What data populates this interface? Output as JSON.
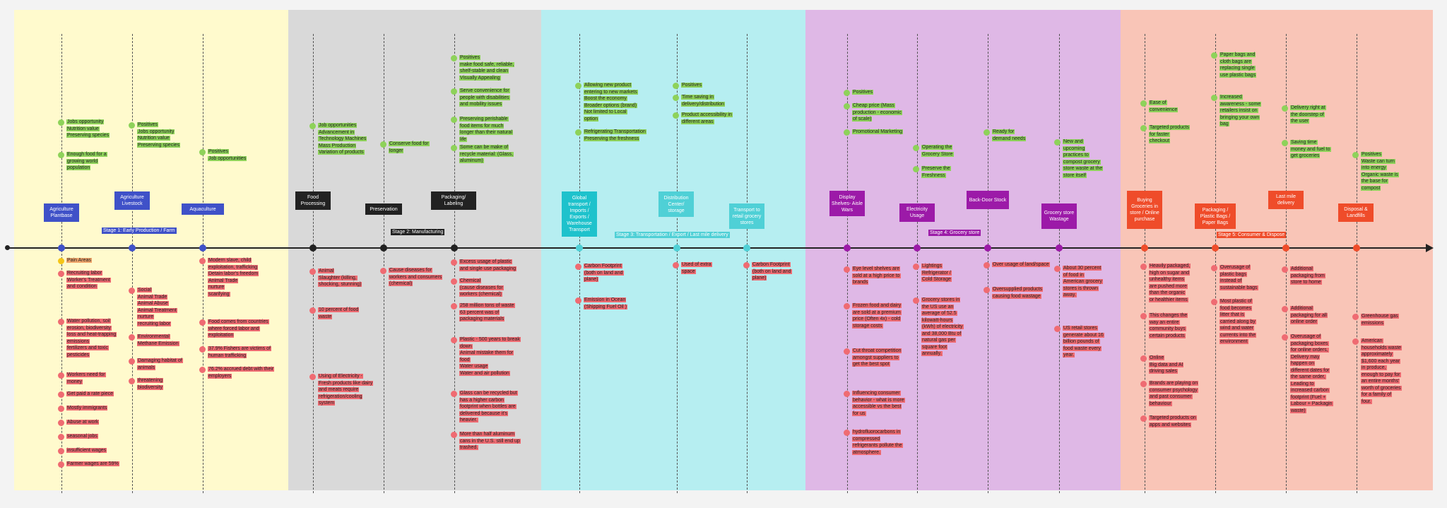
{
  "colors": {
    "stage1": "#fffacd",
    "stage2": "#d9d9d9",
    "stage3": "#b6eef1",
    "stage4": "#dfb8e6",
    "stage5": "#f9c5b7",
    "positive": "#8ed25a",
    "negative": "#ef6b72",
    "warning": "#f0a56b"
  },
  "stages": [
    {
      "label": "Stage 1: Early Production / Farm"
    },
    {
      "label": "Stage 2: Manufacturing"
    },
    {
      "label": "Stage 3: Transportation / Export / Last mile delivery"
    },
    {
      "label": "Stage 4: Grocery store"
    },
    {
      "label": "Stage 5: Consumer & Dispose"
    }
  ],
  "steps": [
    {
      "label": "Agriculture Plantbase",
      "color": "#3f51c8"
    },
    {
      "label": "Agriculture Livestock",
      "color": "#3f51c8"
    },
    {
      "label": "Aquaculture",
      "color": "#3f51c8"
    },
    {
      "label": "Food Processing",
      "color": "#222222"
    },
    {
      "label": "Preservation",
      "color": "#222222"
    },
    {
      "label": "Packaging/ Labeling",
      "color": "#222222"
    },
    {
      "label": "Global transport / Imports / Exports / Warehouse Transport",
      "color": "#1ec2cc"
    },
    {
      "label": "Distribution Center/ storage",
      "color": "#4fd0d6"
    },
    {
      "label": "Transport to retail grocery stores",
      "color": "#4fd0d6"
    },
    {
      "label": "Display Shelves- Aisle Wars",
      "color": "#9c1aa8"
    },
    {
      "label": "Electricity Usage",
      "color": "#9c1aa8"
    },
    {
      "label": "Back-Door Stock",
      "color": "#9c1aa8"
    },
    {
      "label": "Grocery store Wastage",
      "color": "#9c1aa8"
    },
    {
      "label": "Buying Groceries in store / Online purchase",
      "color": "#ef4c2a"
    },
    {
      "label": "Packaging / Plastic Bags / Paper Bags",
      "color": "#ef4c2a"
    },
    {
      "label": "Last mile delivery",
      "color": "#ef4c2a"
    },
    {
      "label": "Disposal & Landfills",
      "color": "#ef4c2a"
    }
  ],
  "positives": [
    "Jobs opportunity\nNutrition value\nPreserving species",
    "Enough food for a\ngrowing world\npopulation",
    "Positives\nJobs opportunity\nNutrition value\nPreserving species",
    "Positives\nJob opportunities",
    "Job opportunities\nAdvancement in\nTechnology Machines\nMass Production\nVariation of products",
    "Conserve food for\nlonger",
    "Positives\nmake food safe, reliable,\nshelf-stable and clean\nVisually Appealing",
    "Serve convenience for\npeople with disabilities\nand mobility issues",
    "Preserving perishable\nfood items for much\nlonger than their natural\nlife",
    "Some can be make of\nrecycle material: (Glass,\naluminum)",
    "Allowing new product\nentering to new markets\nBoost the economy\nBroader options (brand)\nNot limited to Local\noption",
    "Refrigerating Transportation\nPreserving the freshness",
    "Positives",
    "Time saving in\ndelivery/distribution",
    "Product accessibility in\ndifferent areas",
    "Positives",
    "Cheap price (Mass\nproduction - economic\nof scale)",
    "Promotional Marketing",
    "Operating the\nGrocery Store",
    "Preserve the\nFreshness",
    "Ready for\ndemand needs",
    "New and\nupcoming\npractices to\ncompost grocery\nstore waste at the\nstore itself",
    "Ease of\nconvenience",
    "Targeted products\nfor faster\ncheckout",
    "Paper bags and\ncloth bags are\nreplacing single\nuse plastic bags",
    "Increased\nawareness - some\nretailers insist on\nbringing your own\nbag",
    "Delivery right at\nthe doorstep of\nthe user",
    "Saving time\nmoney and fuel to\nget groceries",
    "Positives\nWaste can turn\ninto energy\nOrganic waste is\nthe base for\ncompost"
  ],
  "negatives": [
    "Pain Areas",
    "Recruiting labor\nWorker's Treatment\nand condition",
    "Water pollution, soil\nerosion, biodiversity\nloss and heat-trapping\nemissions\nfertilizers and toxic\npesticides",
    "Workers need for\nmoney",
    "Get paid a rate piece",
    "Mostly immigrants",
    "Abuse at work",
    "seasonal jobs",
    "insufficient wages",
    "Farmer wages are 59%",
    "Social\nAnimal Trade\nAnimal Abuse\nAnimal Treatment\nnurture\nrecruiting labor",
    "Environmental\nMethane Emission",
    "Damaging habitat of\nanimals",
    "threatening\nbiodiversity",
    "Modern slave, child\nexploitation, trafficking\nDetain labor's freedom\nAnimal Trade\nnurture\nscarifying",
    "Food comes from countries\nwhere forced labor and\nexploitation",
    "37.9% Fishers are victims of\nhuman trafficking",
    "76.2% accrued debt with their\nemployers",
    "Animal\nSlaughter (killing,\nshocking, stunning)",
    "10 percent of food\nwaste",
    "Using of Electricity -\nFresh products like dairy\nand meats require\nrefrigeration/cooling\nsystem",
    "Cause diseases for\nworkers and consumers\n(chemical)",
    "Excess usage of plastic\nand single use packaging",
    "Chemical\n(cause diseases for\nworkers (chemical)",
    "258 million tons of waste\n63 percent was of\npackaging materials",
    "Plastic - 500 years to break\ndown\nAnimal mistake them for\nfood\nWater usage\nWater and air pollution",
    "Glass can be recycled but\nhas a higher carbon\nfootprint when bottles are\ndelivered because it's\nheavier.",
    "More than half aluminum\ncans in the U.S. still end up\ntrashed.",
    "Carbon Footprint\n(both on land and\nplane)",
    "Emission in Ocean\n(Shipping Fuel Oil )",
    "Used of extra\nspace",
    "Carbon Footprint\n(both on land and\nplane)",
    "Eye level shelves are\nsold at a high price to\nbrands",
    "Frozen food and dairy\nare sold at a premium\nprice (Often 4x) - cold\nstorage costs",
    "Cut throat competition\namongst suppliers to\nget the best spot",
    "Influencing consumer\nbehavior - what is more\naccessible vs the best\nfor us",
    "hydrofluorocarbons in\ncompressed\nrefrigerants pollute the\natmosphere.",
    "Lightings\nRefrigerator /\nCold Storage",
    "Grocery stores in\nthe US use an\naverage of 52.5\nkilowatt-hours\n(kWh) of electricity\nand 38,000 Btu of\nnatural gas per\nsquare foot\nannually.",
    "Over usage of land/space",
    "Oversupplied products\ncausing food wastage",
    "About 30 percent\nof food in\nAmerican grocery\nstores is thrown\naway.",
    "US retail stores\ngenerate about 16\nbillion pounds of\nfood waste every\nyear.",
    "Heavily packaged,\nhigh on sugar and\nunhealthy items\nare pushed more\nthan the organic\nor healthier items",
    "This changes the\nway an entire\ncommunity buys\ncertain products",
    "Online\nBig data and AI\ndriving sales",
    "Brands are playing on\nconsumer psychology\nand past consumer\nbehaviour",
    "Targeted products on\napps and websites",
    "Overusage of\nplastic bags\ninstead of\nsustainable bags",
    "Most plastic of\nfood becomes\nlitter that is\ncarried along by\nwind and water\ncurrents into the\nenvironment",
    "Additional\npackaging from\nstore to home",
    "Additional\npackaging for all\nonline order",
    "Overusage of\npackaging boxes\nfor online orders,\nDelivery may\nhappen on\ndifferent dates for\nthe same order,\nLeading to\nincreased carbon\nfootprint (Fuel +\nLabour + Packagin\nwaste)",
    "Greenhouse gas\nemissions",
    "American\nhouseholds waste\napproximately\n$1,600 each year\nin produce,\nenough to pay for\nan entire months'\nworth of groceries\nfor a family of\nfour."
  ]
}
